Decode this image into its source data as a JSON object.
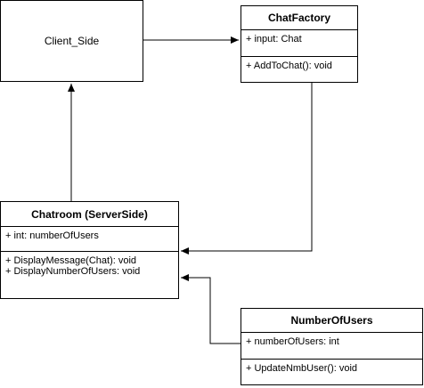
{
  "client": {
    "label": "Client_Side"
  },
  "classes": {
    "chatfactory": {
      "name": "ChatFactory",
      "attributes": [
        "+ input: Chat"
      ],
      "methods": [
        "+ AddToChat(): void"
      ]
    },
    "chatroom": {
      "name": "Chatroom (ServerSide)",
      "attributes": [
        "+ int: numberOfUsers"
      ],
      "methods": [
        "+ DisplayMessage(Chat): void",
        "+ DisplayNumberOfUsers: void"
      ]
    },
    "numberofusers": {
      "name": "NumberOfUsers",
      "attributes": [
        "+ numberOfUsers: int"
      ],
      "methods": [
        "+ UpdateNmbUser(): void"
      ]
    }
  },
  "edges": [
    {
      "from": "Client_Side",
      "to": "ChatFactory"
    },
    {
      "from": "ChatFactory",
      "to": "Chatroom (ServerSide)"
    },
    {
      "from": "Chatroom (ServerSide)",
      "to": "Client_Side"
    },
    {
      "from": "NumberOfUsers",
      "to": "Chatroom (ServerSide)"
    }
  ],
  "colors": {
    "line": "#000000",
    "background": "#ffffff"
  }
}
